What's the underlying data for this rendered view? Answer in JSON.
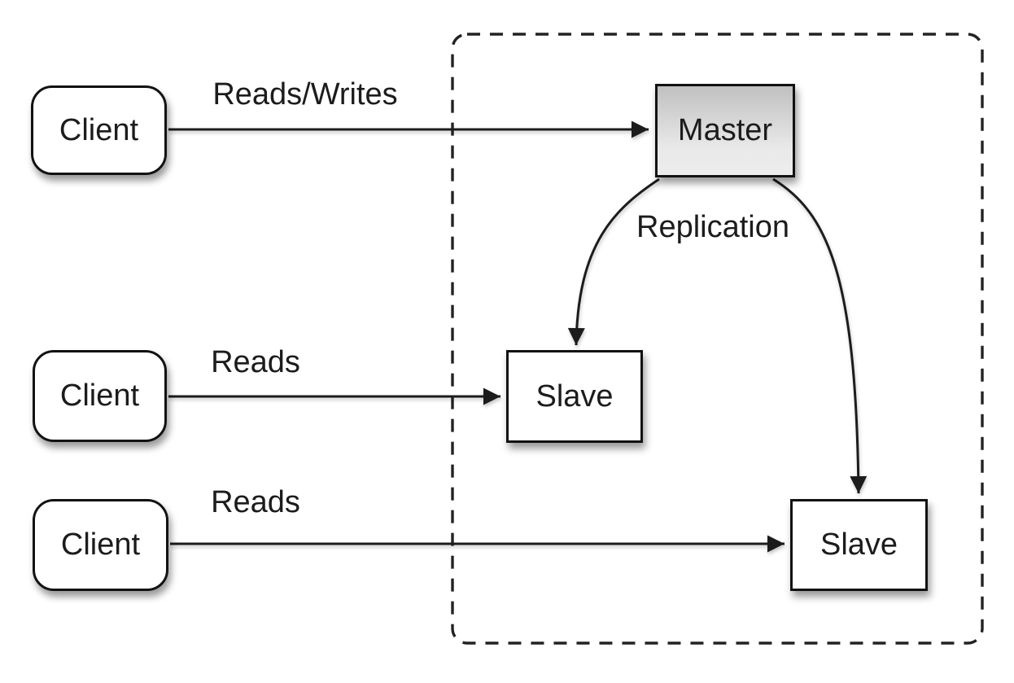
{
  "palette": {
    "background": "#ffffff",
    "line": "#1c1c1c",
    "text": "#1c1c1c",
    "node_fill": "#ffffff",
    "node_border": "#121212",
    "master_gradient_top": "#c0c0c0",
    "master_gradient_bottom": "#ededed"
  },
  "nodes": {
    "client1": {
      "label": "Client"
    },
    "client2": {
      "label": "Client"
    },
    "client3": {
      "label": "Client"
    },
    "master": {
      "label": "Master"
    },
    "slave1": {
      "label": "Slave"
    },
    "slave2": {
      "label": "Slave"
    }
  },
  "edges": {
    "reads_writes": {
      "label": "Reads/Writes",
      "from": "client1",
      "to": "master"
    },
    "reads_slave1": {
      "label": "Reads",
      "from": "client2",
      "to": "slave1"
    },
    "reads_slave2": {
      "label": "Reads",
      "from": "client3",
      "to": "slave2"
    },
    "replication": {
      "label": "Replication",
      "from": "master",
      "to": "slave1, slave2"
    }
  }
}
